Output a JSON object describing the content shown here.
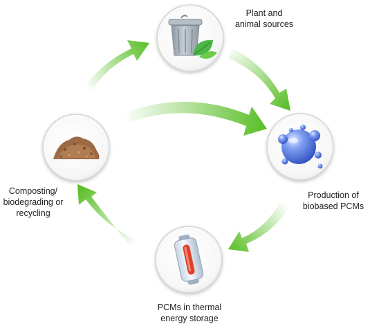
{
  "nodes": {
    "plant": {
      "label_lines": [
        "Plant and",
        "animal sources"
      ],
      "icon": "trash-bin-with-leaf-icon"
    },
    "production": {
      "label_lines": [
        "Production of",
        "biobased PCMs"
      ],
      "icon": "bubbles-icon"
    },
    "storage": {
      "label_lines": [
        "PCMs in thermal",
        "energy storage"
      ],
      "icon": "pcm-capsule-icon"
    },
    "composting": {
      "label_lines": [
        "Composting/",
        "biodegrading or",
        "recycling"
      ],
      "icon": "compost-pile-icon"
    }
  },
  "colors": {
    "arrow_green": "#5cbf2a",
    "circle_border": "#d4d4d4",
    "bubble_blue": "#4a6fd8",
    "capsule_red": "#e0402a",
    "bin_gray": "#a9b3ba",
    "leaf_green": "#4db648",
    "compost_brown": "#9b6a45"
  }
}
